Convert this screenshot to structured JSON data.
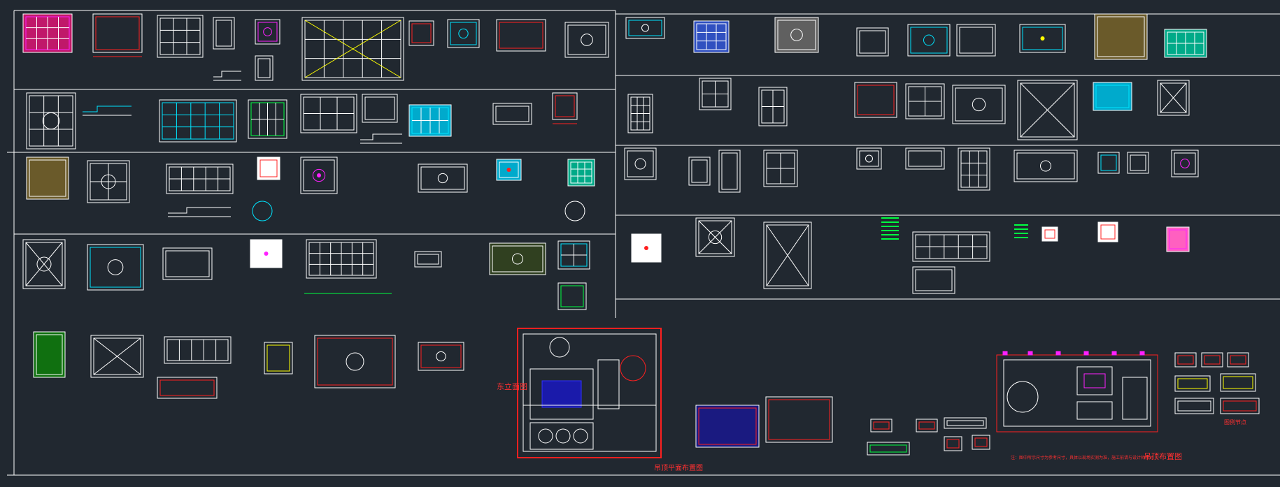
{
  "sheet": {
    "title": "CAD ceiling detail collection",
    "background": "#212830",
    "colors": {
      "frame": "#ffffff",
      "accent_red": "#ff2020",
      "accent_cyan": "#00e5ff",
      "accent_green": "#00ff40",
      "accent_magenta": "#ff20ff",
      "accent_yellow": "#ffff00",
      "accent_blue": "#3030ff"
    }
  },
  "labels": {
    "elevation_label": "东立面图",
    "plan_title": "吊顶平面布置图",
    "main_plan_title": "吊顶布置图",
    "note_text": "注：图中所示尺寸为参考尺寸，具体以现场实测为准，施工前请与设计师核对",
    "legend_text": "图例节点"
  }
}
